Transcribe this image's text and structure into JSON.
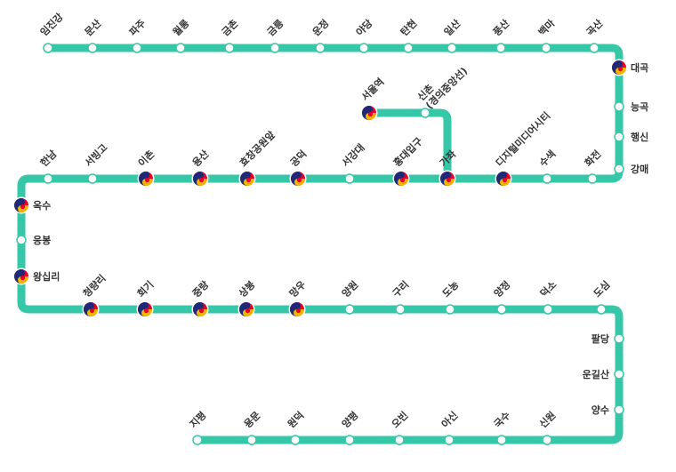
{
  "line": {
    "color": "#36c6a8",
    "transfer_colors": {
      "top": "#e4002b",
      "bottom": "#f5b400",
      "left": "#1e2a78"
    }
  },
  "stations": [
    {
      "name": "임진강",
      "transfer": false
    },
    {
      "name": "문산",
      "transfer": false
    },
    {
      "name": "파주",
      "transfer": false
    },
    {
      "name": "월롱",
      "transfer": false
    },
    {
      "name": "금촌",
      "transfer": false
    },
    {
      "name": "금릉",
      "transfer": false
    },
    {
      "name": "운정",
      "transfer": false
    },
    {
      "name": "야당",
      "transfer": false
    },
    {
      "name": "탄현",
      "transfer": false
    },
    {
      "name": "일산",
      "transfer": false
    },
    {
      "name": "풍산",
      "transfer": false
    },
    {
      "name": "백마",
      "transfer": false
    },
    {
      "name": "곡산",
      "transfer": false
    },
    {
      "name": "대곡",
      "transfer": true
    },
    {
      "name": "능곡",
      "transfer": false
    },
    {
      "name": "행신",
      "transfer": false
    },
    {
      "name": "강매",
      "transfer": false
    },
    {
      "name": "화전",
      "transfer": false
    },
    {
      "name": "수색",
      "transfer": false
    },
    {
      "name": "디지털미디어시티",
      "transfer": true
    },
    {
      "name": "가좌",
      "transfer": true
    },
    {
      "name": "신촌\n(경의중앙선)",
      "transfer": false
    },
    {
      "name": "서울역",
      "transfer": true
    },
    {
      "name": "홍대입구",
      "transfer": true
    },
    {
      "name": "서강대",
      "transfer": false
    },
    {
      "name": "공덕",
      "transfer": true
    },
    {
      "name": "효창공원앞",
      "transfer": true
    },
    {
      "name": "용산",
      "transfer": true
    },
    {
      "name": "이촌",
      "transfer": true
    },
    {
      "name": "서빙고",
      "transfer": false
    },
    {
      "name": "한남",
      "transfer": false
    },
    {
      "name": "옥수",
      "transfer": true
    },
    {
      "name": "응봉",
      "transfer": false
    },
    {
      "name": "왕십리",
      "transfer": true
    },
    {
      "name": "청량리",
      "transfer": true
    },
    {
      "name": "회기",
      "transfer": true
    },
    {
      "name": "중랑",
      "transfer": true
    },
    {
      "name": "상봉",
      "transfer": true
    },
    {
      "name": "망우",
      "transfer": true
    },
    {
      "name": "양원",
      "transfer": false
    },
    {
      "name": "구리",
      "transfer": false
    },
    {
      "name": "도농",
      "transfer": false
    },
    {
      "name": "양정",
      "transfer": false
    },
    {
      "name": "덕소",
      "transfer": false
    },
    {
      "name": "도심",
      "transfer": false
    },
    {
      "name": "팔당",
      "transfer": false
    },
    {
      "name": "운길산",
      "transfer": false
    },
    {
      "name": "양수",
      "transfer": false
    },
    {
      "name": "신원",
      "transfer": false
    },
    {
      "name": "국수",
      "transfer": false
    },
    {
      "name": "아신",
      "transfer": false
    },
    {
      "name": "오빈",
      "transfer": false
    },
    {
      "name": "양평",
      "transfer": false
    },
    {
      "name": "원덕",
      "transfer": false
    },
    {
      "name": "용문",
      "transfer": false
    },
    {
      "name": "지평",
      "transfer": false
    }
  ]
}
